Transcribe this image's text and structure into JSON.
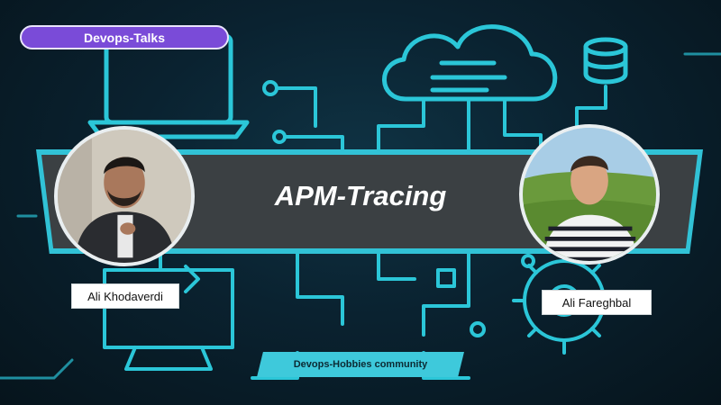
{
  "banner": {
    "label": "Devops-Talks"
  },
  "title": "APM-Tracing",
  "speakers": [
    {
      "name": "Ali Khodaverdi"
    },
    {
      "name": "Ali Fareghbal"
    }
  ],
  "community": {
    "label": "Devops-Hobbies community"
  },
  "colors": {
    "background": "#0a2230",
    "accent_cyan": "#31c2d6",
    "banner_purple": "#7a4bd8",
    "ribbon_dark": "#3b4043",
    "text_white": "#ffffff"
  }
}
